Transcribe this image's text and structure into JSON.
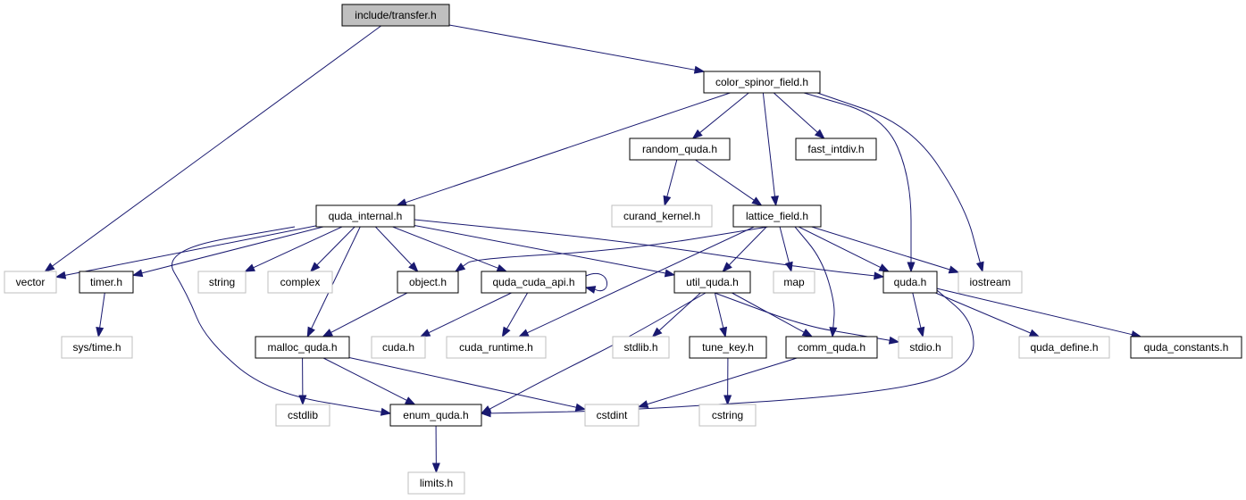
{
  "graph": {
    "title": "",
    "nodes": [
      {
        "id": "transfer",
        "label": "include/transfer.h",
        "kind": "root"
      },
      {
        "id": "color_spinor_field",
        "label": "color_spinor_field.h",
        "kind": "header"
      },
      {
        "id": "vector",
        "label": "vector",
        "kind": "external"
      },
      {
        "id": "quda_internal",
        "label": "quda_internal.h",
        "kind": "header"
      },
      {
        "id": "random_quda",
        "label": "random_quda.h",
        "kind": "header"
      },
      {
        "id": "fast_intdiv",
        "label": "fast_intdiv.h",
        "kind": "header"
      },
      {
        "id": "curand_kernel",
        "label": "curand_kernel.h",
        "kind": "external"
      },
      {
        "id": "lattice_field",
        "label": "lattice_field.h",
        "kind": "header"
      },
      {
        "id": "timer",
        "label": "timer.h",
        "kind": "header"
      },
      {
        "id": "string",
        "label": "string",
        "kind": "external"
      },
      {
        "id": "complex",
        "label": "complex",
        "kind": "external"
      },
      {
        "id": "object",
        "label": "object.h",
        "kind": "header"
      },
      {
        "id": "quda_cuda_api",
        "label": "quda_cuda_api.h",
        "kind": "header"
      },
      {
        "id": "util_quda",
        "label": "util_quda.h",
        "kind": "header"
      },
      {
        "id": "map",
        "label": "map",
        "kind": "external"
      },
      {
        "id": "quda",
        "label": "quda.h",
        "kind": "header"
      },
      {
        "id": "iostream",
        "label": "iostream",
        "kind": "external"
      },
      {
        "id": "sys_time",
        "label": "sys/time.h",
        "kind": "external"
      },
      {
        "id": "malloc_quda",
        "label": "malloc_quda.h",
        "kind": "header"
      },
      {
        "id": "cuda",
        "label": "cuda.h",
        "kind": "external"
      },
      {
        "id": "cuda_runtime",
        "label": "cuda_runtime.h",
        "kind": "external"
      },
      {
        "id": "stdlib",
        "label": "stdlib.h",
        "kind": "external"
      },
      {
        "id": "tune_key",
        "label": "tune_key.h",
        "kind": "header"
      },
      {
        "id": "comm_quda",
        "label": "comm_quda.h",
        "kind": "header"
      },
      {
        "id": "stdio",
        "label": "stdio.h",
        "kind": "external"
      },
      {
        "id": "quda_define",
        "label": "quda_define.h",
        "kind": "external"
      },
      {
        "id": "quda_constants",
        "label": "quda_constants.h",
        "kind": "header"
      },
      {
        "id": "cstdlib",
        "label": "cstdlib",
        "kind": "external"
      },
      {
        "id": "enum_quda",
        "label": "enum_quda.h",
        "kind": "header"
      },
      {
        "id": "cstdint",
        "label": "cstdint",
        "kind": "external"
      },
      {
        "id": "cstring",
        "label": "cstring",
        "kind": "external"
      },
      {
        "id": "limits",
        "label": "limits.h",
        "kind": "external"
      }
    ],
    "edges": [
      [
        "transfer",
        "color_spinor_field"
      ],
      [
        "transfer",
        "vector"
      ],
      [
        "color_spinor_field",
        "quda_internal"
      ],
      [
        "color_spinor_field",
        "random_quda"
      ],
      [
        "color_spinor_field",
        "lattice_field"
      ],
      [
        "color_spinor_field",
        "fast_intdiv"
      ],
      [
        "color_spinor_field",
        "quda"
      ],
      [
        "color_spinor_field",
        "iostream"
      ],
      [
        "random_quda",
        "curand_kernel"
      ],
      [
        "random_quda",
        "lattice_field"
      ],
      [
        "quda_internal",
        "vector"
      ],
      [
        "quda_internal",
        "timer"
      ],
      [
        "quda_internal",
        "string"
      ],
      [
        "quda_internal",
        "complex"
      ],
      [
        "quda_internal",
        "object"
      ],
      [
        "quda_internal",
        "quda_cuda_api"
      ],
      [
        "quda_internal",
        "util_quda"
      ],
      [
        "quda_internal",
        "quda"
      ],
      [
        "quda_internal",
        "malloc_quda"
      ],
      [
        "quda_internal",
        "enum_quda"
      ],
      [
        "lattice_field",
        "object"
      ],
      [
        "lattice_field",
        "cuda_runtime"
      ],
      [
        "lattice_field",
        "util_quda"
      ],
      [
        "lattice_field",
        "map"
      ],
      [
        "lattice_field",
        "quda"
      ],
      [
        "lattice_field",
        "iostream"
      ],
      [
        "lattice_field",
        "comm_quda"
      ],
      [
        "timer",
        "sys_time"
      ],
      [
        "object",
        "malloc_quda"
      ],
      [
        "quda_cuda_api",
        "quda_cuda_api"
      ],
      [
        "quda_cuda_api",
        "cuda"
      ],
      [
        "quda_cuda_api",
        "cuda_runtime"
      ],
      [
        "util_quda",
        "stdlib"
      ],
      [
        "util_quda",
        "tune_key"
      ],
      [
        "util_quda",
        "comm_quda"
      ],
      [
        "util_quda",
        "stdio"
      ],
      [
        "util_quda",
        "enum_quda"
      ],
      [
        "quda",
        "stdio"
      ],
      [
        "quda",
        "quda_define"
      ],
      [
        "quda",
        "quda_constants"
      ],
      [
        "quda",
        "enum_quda"
      ],
      [
        "malloc_quda",
        "cstdlib"
      ],
      [
        "malloc_quda",
        "enum_quda"
      ],
      [
        "malloc_quda",
        "cstdint"
      ],
      [
        "tune_key",
        "cstring"
      ],
      [
        "comm_quda",
        "cstdint"
      ],
      [
        "enum_quda",
        "limits"
      ]
    ]
  },
  "colors": {
    "edge": "#191970",
    "root_fill": "#bfbfbf",
    "header_border": "#000000",
    "external_border": "#bfbfbf",
    "background": "#ffffff"
  }
}
